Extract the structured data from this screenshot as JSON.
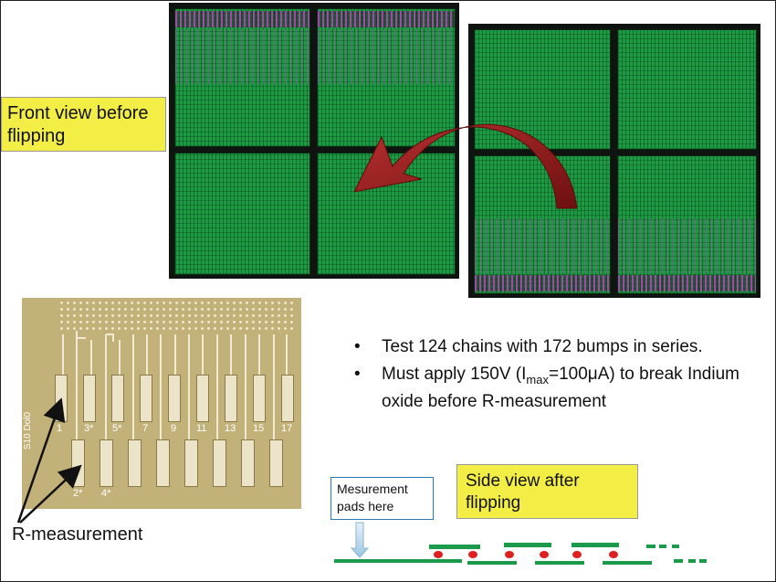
{
  "front_label": "Front view before flipping",
  "side_label": "Side view after flipping",
  "pads_label": "Mesurement pads here",
  "r_label": "R-measurement",
  "bullet1": "Test 124 chains with 172 bumps in series.",
  "bullet2_pre": "Must apply 150V (I",
  "bullet2_sub": "max",
  "bullet2_post": "=100μA) to break Indium oxide before R-measurement",
  "photo_odd_numbers": [
    "1",
    "3*",
    "5*",
    "7",
    "9",
    "11",
    "13",
    "15",
    "17"
  ],
  "photo_even_numbers": [
    "2*",
    "4*"
  ],
  "photo_side_text": "S10 Dol0",
  "colors": {
    "chip_green": "#1e9a44",
    "pad_purple": "#a04aa8",
    "arrow_red": "#8b1a1a",
    "label_yellow": "#f2ee46",
    "side_green": "#1a9a4a",
    "bump_red": "#e02020"
  }
}
